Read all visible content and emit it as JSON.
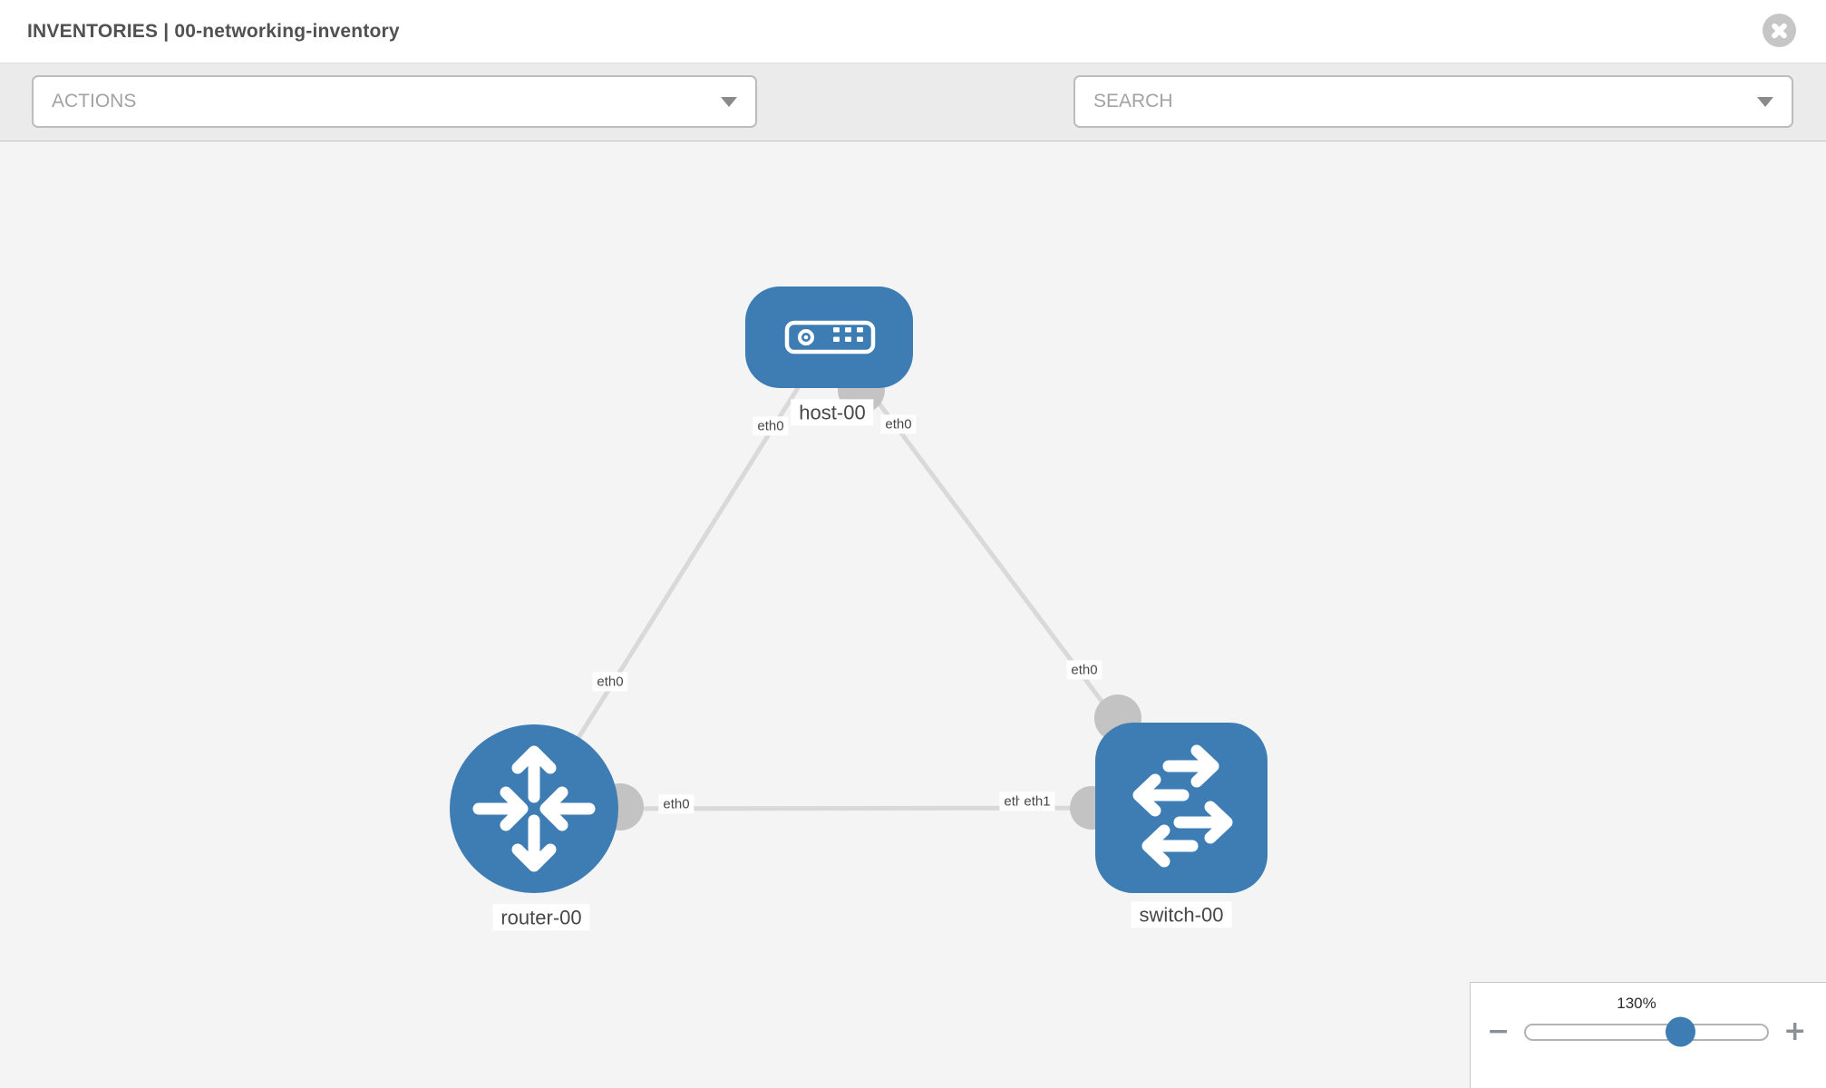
{
  "header": {
    "title": "INVENTORIES | 00-networking-inventory"
  },
  "toolbar": {
    "actions_label": "ACTIONS",
    "search_label": "SEARCH",
    "icons": [
      "wrench-icon",
      "key-icon"
    ]
  },
  "zoom_control": {
    "level_label": "130%",
    "level_percent": 130,
    "minus_label": "−",
    "plus_label": "+",
    "slider_position_percent": 64
  },
  "colors": {
    "node_blue": "#3d7db4",
    "link_gray": "#d9d9d9",
    "port_gray": "#c3c3c3",
    "canvas_bg": "#f4f4f4",
    "toolbar_bg": "#ebebeb"
  },
  "topology": {
    "nodes": [
      {
        "label": "host-00",
        "type": "host"
      },
      {
        "label": "router-00",
        "type": "router"
      },
      {
        "label": "switch-00",
        "type": "switch"
      }
    ],
    "links": [
      {
        "from": "host-00",
        "from_interface": "eth0",
        "to": "router-00",
        "to_interface": "eth0"
      },
      {
        "from": "host-00",
        "from_interface": "eth0",
        "to": "switch-00",
        "to_interface": "eth0"
      },
      {
        "from": "router-00",
        "from_interface": "eth0",
        "to": "switch-00",
        "to_interface": "eth1"
      }
    ],
    "interface_labels": [
      {
        "text": "eth0"
      },
      {
        "text": "eth0"
      },
      {
        "text": "eth0"
      },
      {
        "text": "eth0"
      },
      {
        "text": "eth0"
      },
      {
        "text": "eth0"
      },
      {
        "text": "eth1"
      }
    ]
  }
}
